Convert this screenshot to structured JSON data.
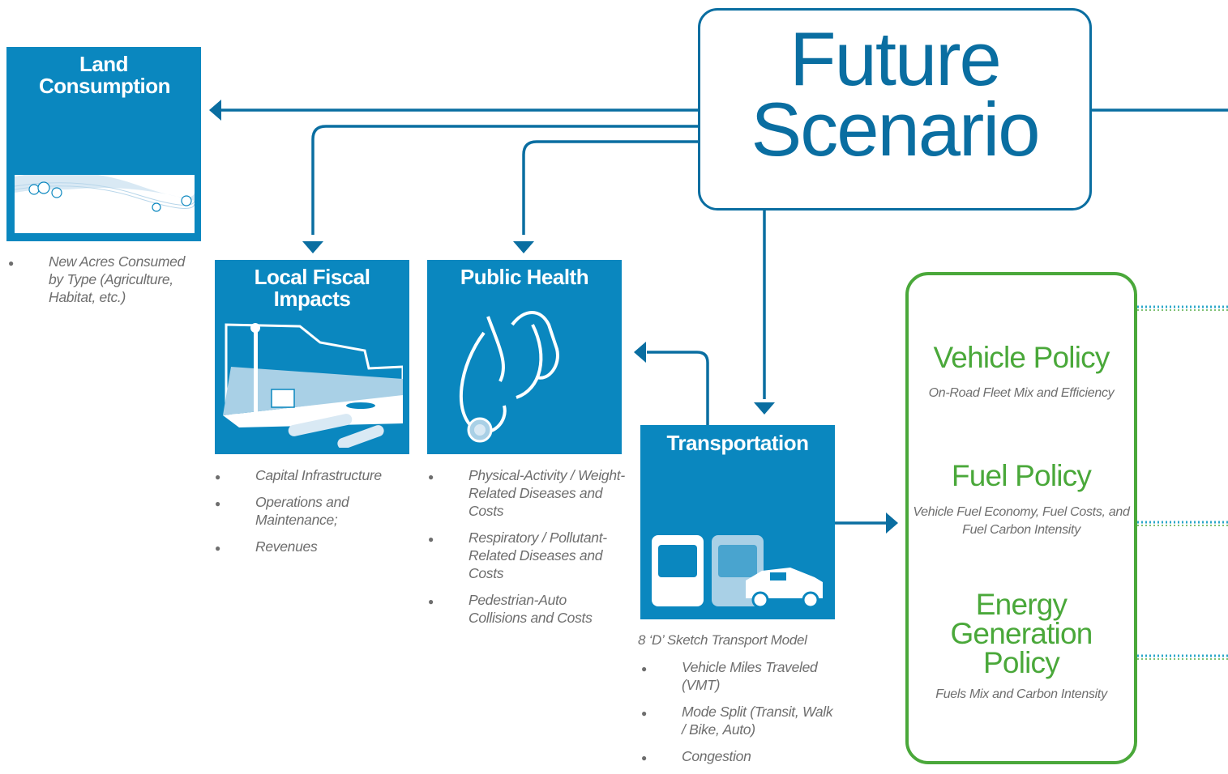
{
  "future_scenario": {
    "title_line1": "Future",
    "title_line2": "Scenario"
  },
  "land": {
    "title": "Land Consumption",
    "bullets": [
      "New Acres Consumed by Type (Agriculture, Habitat, etc.)"
    ]
  },
  "fiscal": {
    "title": "Local Fiscal Impacts",
    "bullets": [
      "Capital Infrastructure",
      "Operations and Maintenance;",
      "Revenues"
    ]
  },
  "health": {
    "title": "Public Health",
    "bullets": [
      "Physical-Activity / Weight-Related Diseases and Costs",
      "Respiratory / Pollutant-Related Diseases and Costs",
      "Pedestrian-Auto Collisions and Costs"
    ]
  },
  "transport": {
    "title": "Transportation",
    "note": "8 ‘D’ Sketch Transport Model",
    "bullets": [
      "Vehicle Miles Traveled (VMT)",
      "Mode Split (Transit, Walk / Bike, Auto)",
      "Congestion"
    ]
  },
  "policies": [
    {
      "title": "Vehicle Policy",
      "subtitle": "On-Road Fleet Mix and Efficiency"
    },
    {
      "title": "Fuel Policy",
      "subtitle": "Vehicle Fuel Economy, Fuel Costs, and Fuel Carbon Intensity"
    },
    {
      "title": "Energy Generation Policy",
      "subtitle": "Fuels Mix and Carbon Intensity"
    }
  ],
  "colors": {
    "card_blue": "#0a87bf",
    "arrow_blue": "#0a6ea1",
    "policy_green": "#4aa83a",
    "text_gray": "#6e6e6e"
  }
}
